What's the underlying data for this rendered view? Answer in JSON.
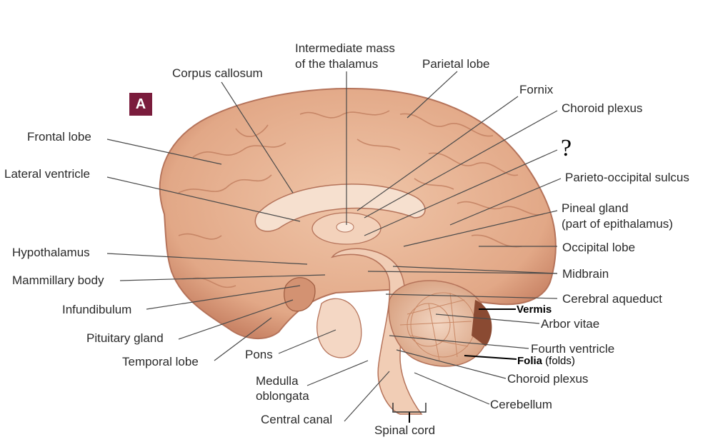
{
  "panel_letter": "A",
  "question_mark": "?",
  "labels": {
    "intermediate_mass_1": "Intermediate mass",
    "intermediate_mass_2": "of the thalamus",
    "parietal_lobe": "Parietal lobe",
    "corpus_callosum": "Corpus callosum",
    "fornix": "Fornix",
    "choroid_plexus_top": "Choroid plexus",
    "frontal_lobe": "Frontal lobe",
    "lateral_ventricle": "Lateral ventricle",
    "parieto_occipital_sulcus": "Parieto-occipital sulcus",
    "pineal_gland_1": "Pineal gland",
    "pineal_gland_2": "(part of epithalamus)",
    "occipital_lobe": "Occipital lobe",
    "hypothalamus": "Hypothalamus",
    "mammillary_body": "Mammillary body",
    "midbrain": "Midbrain",
    "cerebral_aqueduct": "Cerebral aqueduct",
    "vermis": "Vermis",
    "infundibulum": "Infundibulum",
    "arbor_vitae": "Arbor vitae",
    "pituitary_gland": "Pituitary gland",
    "fourth_ventricle": "Fourth ventricle",
    "folia_bold": "Folia",
    "folia_rest": " (folds)",
    "temporal_lobe": "Temporal lobe",
    "pons": "Pons",
    "choroid_plexus_bottom": "Choroid plexus",
    "medulla_1": "Medulla",
    "medulla_2": "oblongata",
    "cerebellum": "Cerebellum",
    "central_canal": "Central canal",
    "spinal_cord": "Spinal cord"
  },
  "colors": {
    "badge": "#7a1c3c",
    "brain_tissue": "#e9b89a",
    "brain_dark": "#b8765a",
    "stem": "#f1cdb5"
  }
}
